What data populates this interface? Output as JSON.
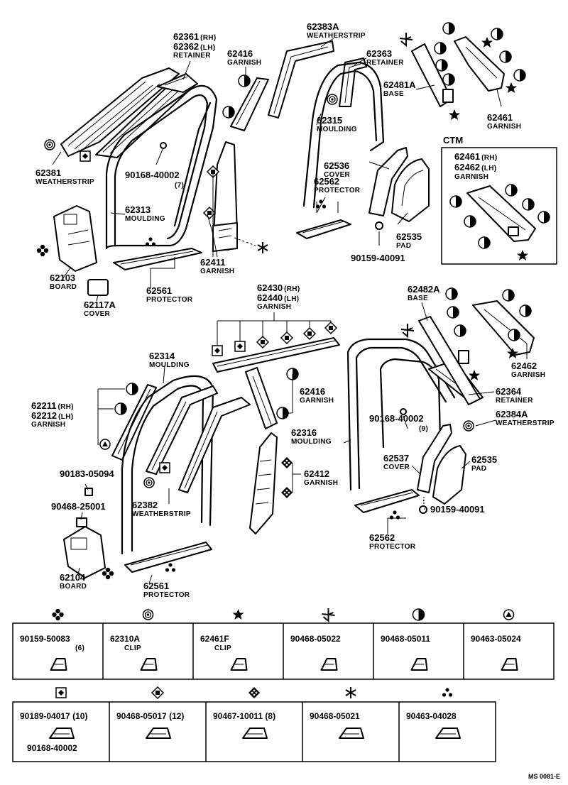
{
  "callouts": [
    {
      "id": "c1",
      "no": "62361",
      "sfx": "(RH)",
      "no2": "62362",
      "sfx2": "(LH)",
      "name": "RETAINER"
    },
    {
      "id": "c2",
      "no": "62416",
      "name": "GARNISH"
    },
    {
      "id": "c3",
      "no": "62383A",
      "name": "WEATHERSTRIP"
    },
    {
      "id": "c4",
      "no": "62363",
      "name": "RETAINER"
    },
    {
      "id": "c5",
      "no": "62481A",
      "name": "BASE"
    },
    {
      "id": "c6",
      "no": "62461",
      "name": "GARNISH"
    },
    {
      "id": "c7",
      "no": "62315",
      "name": "MOULDING"
    },
    {
      "id": "c8",
      "no": "62381",
      "name": "WEATHERSTRIP"
    },
    {
      "id": "c9",
      "no": "90168-40002",
      "qty": "(7)"
    },
    {
      "id": "c10",
      "no": "62536",
      "name": "COVER"
    },
    {
      "id": "c11",
      "no": "62562",
      "name": "PROTECTOR"
    },
    {
      "id": "c12",
      "no": "62313",
      "name": "MOULDING"
    },
    {
      "id": "c13",
      "no": "62411",
      "name": "GARNISH"
    },
    {
      "id": "c14",
      "no": "62535",
      "name": "PAD"
    },
    {
      "id": "c15",
      "no": "90159-40091"
    },
    {
      "id": "c16",
      "no": "62103",
      "name": "BOARD"
    },
    {
      "id": "c17",
      "no": "62117A",
      "name": "COVER"
    },
    {
      "id": "c18",
      "no": "62561",
      "name": "PROTECTOR"
    },
    {
      "id": "c19",
      "no": "62430",
      "sfx": "(RH)",
      "no2": "62440",
      "sfx2": "(LH)",
      "name": "GARNISH"
    },
    {
      "id": "c20",
      "no": "62482A",
      "name": "BASE"
    },
    {
      "id": "c21",
      "no": "62314",
      "name": "MOULDING"
    },
    {
      "id": "c22",
      "no": "62462",
      "name": "GARNISH"
    },
    {
      "id": "c23",
      "no": "62211",
      "sfx": "(RH)",
      "no2": "62212",
      "sfx2": "(LH)",
      "name": "GARNISH"
    },
    {
      "id": "c24",
      "no": "62416",
      "name": "GARNISH"
    },
    {
      "id": "c25",
      "no": "62364",
      "name": "RETAINER"
    },
    {
      "id": "c26",
      "no": "62384A",
      "name": "WEATHERSTRIP"
    },
    {
      "id": "c27",
      "no": "90168-40002",
      "qty": "(9)"
    },
    {
      "id": "c28",
      "no": "62316",
      "name": "MOULDING"
    },
    {
      "id": "c29",
      "no": "62537",
      "name": "COVER"
    },
    {
      "id": "c30",
      "no": "62535",
      "name": "PAD"
    },
    {
      "id": "c31",
      "no": "90183-05094"
    },
    {
      "id": "c32",
      "no": "62412",
      "name": "GARNISH"
    },
    {
      "id": "c33",
      "no": "90468-25001"
    },
    {
      "id": "c34",
      "no": "62382",
      "name": "WEATHERSTRIP"
    },
    {
      "id": "c35",
      "no": "90159-40091"
    },
    {
      "id": "c36",
      "no": "62562",
      "name": "PROTECTOR"
    },
    {
      "id": "c37",
      "no": "62104",
      "name": "BOARD"
    },
    {
      "id": "c38",
      "no": "62561",
      "name": "PROTECTOR"
    }
  ],
  "ctm": {
    "title": "CTM",
    "no": "62461",
    "sfx": "(RH)",
    "no2": "62462",
    "sfx2": "(LH)",
    "name": "GARNISH"
  },
  "legend_row1": [
    {
      "symbol": "cross-flower",
      "no": "90159-50083",
      "qty": "(6)",
      "name": ""
    },
    {
      "symbol": "circle-dot",
      "no": "62310A",
      "qty": "",
      "name": "CLIP"
    },
    {
      "symbol": "star",
      "no": "62461F",
      "qty": "",
      "name": "CLIP"
    },
    {
      "symbol": "pinwheel",
      "no": "90468-05022",
      "qty": "",
      "name": ""
    },
    {
      "symbol": "half-circle",
      "no": "90468-05011",
      "qty": "",
      "name": ""
    },
    {
      "symbol": "triangle-circle",
      "no": "90463-05024",
      "qty": "",
      "name": ""
    }
  ],
  "legend_row2": [
    {
      "symbol": "square-diamond",
      "no": "90189-04017 (10)",
      "no2": "90168-40002"
    },
    {
      "symbol": "diamond-square",
      "no": "90468-05017 (12)",
      "no2": ""
    },
    {
      "symbol": "diamond-dots",
      "no": "90467-10011 (8)",
      "no2": ""
    },
    {
      "symbol": "asterisk",
      "no": "90468-05021",
      "no2": ""
    },
    {
      "symbol": "three-dots",
      "no": "90463-04028",
      "no2": ""
    }
  ],
  "footer_code": "MS 0081-E"
}
